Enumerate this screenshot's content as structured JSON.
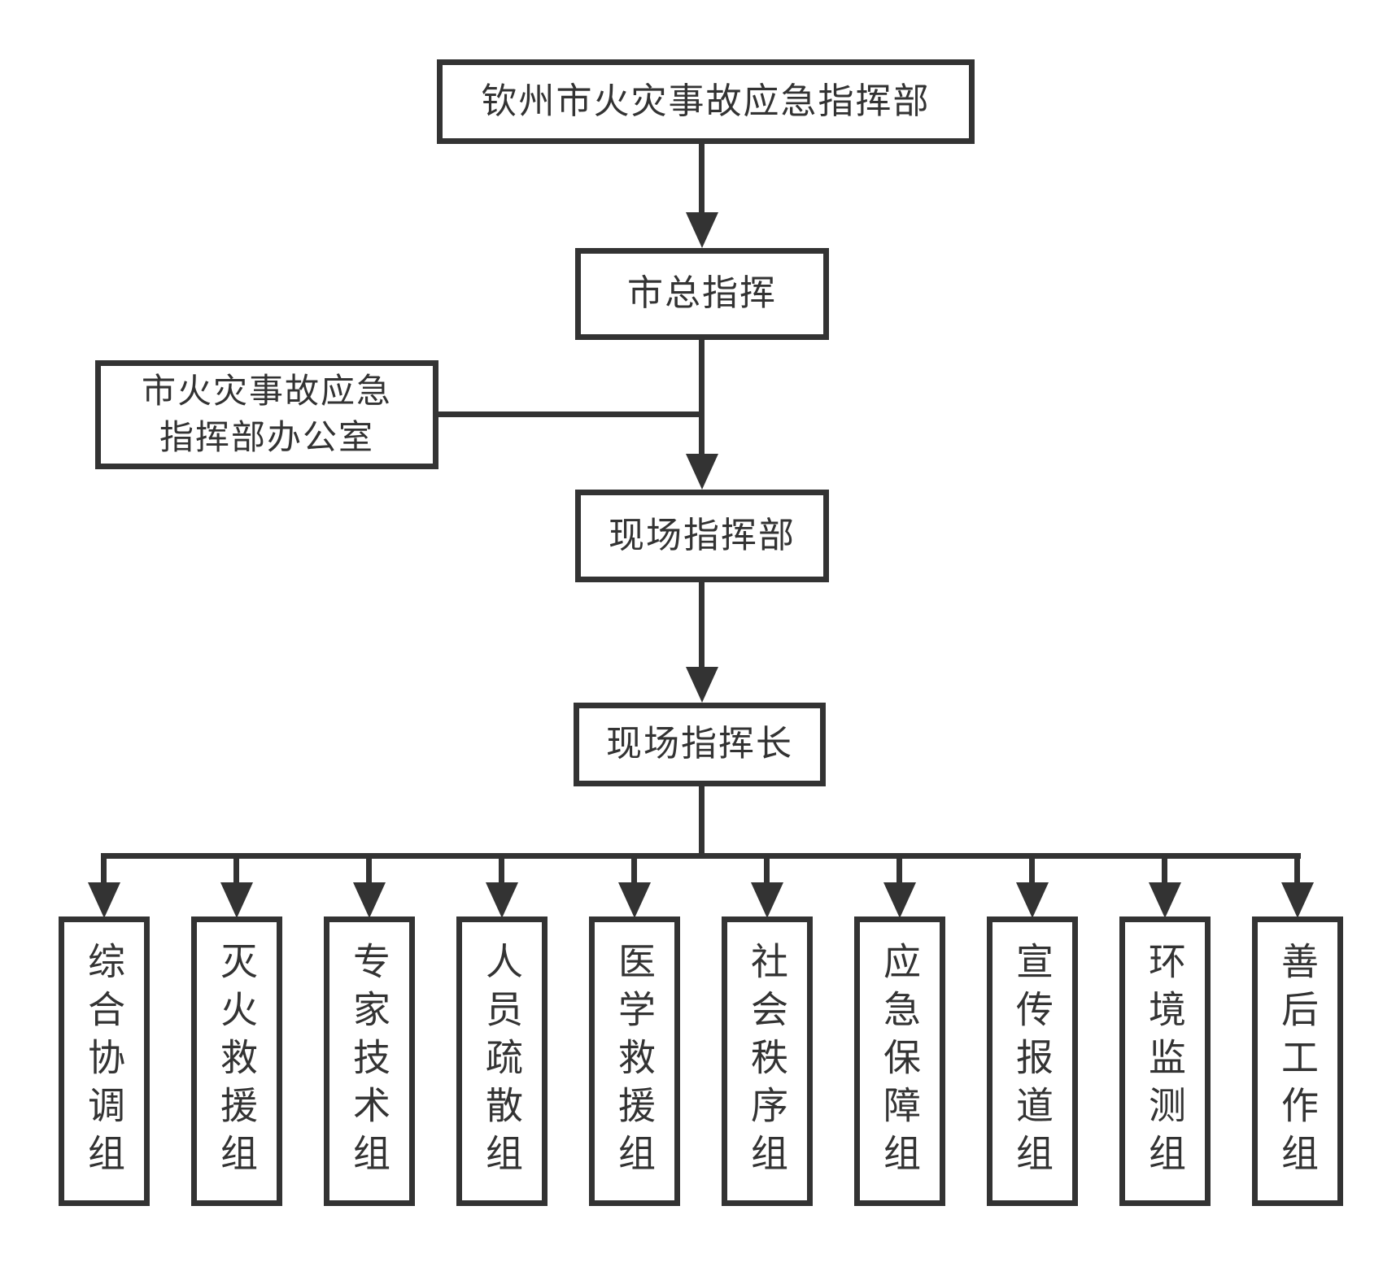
{
  "nodes": {
    "root": "钦州市火灾事故应急指挥部",
    "chief": "市总指挥",
    "office_line1": "市火灾事故应急",
    "office_line2": "指挥部办公室",
    "site_hq": "现场指挥部",
    "site_chief": "现场指挥长"
  },
  "groups": [
    "综合协调组",
    "灭火救援组",
    "专家技术组",
    "人员疏散组",
    "医学救援组",
    "社会秩序组",
    "应急保障组",
    "宣传报道组",
    "环境监测组",
    "善后工作组"
  ],
  "colors": {
    "line": "#333333",
    "background": "#ffffff",
    "text": "#333333"
  }
}
